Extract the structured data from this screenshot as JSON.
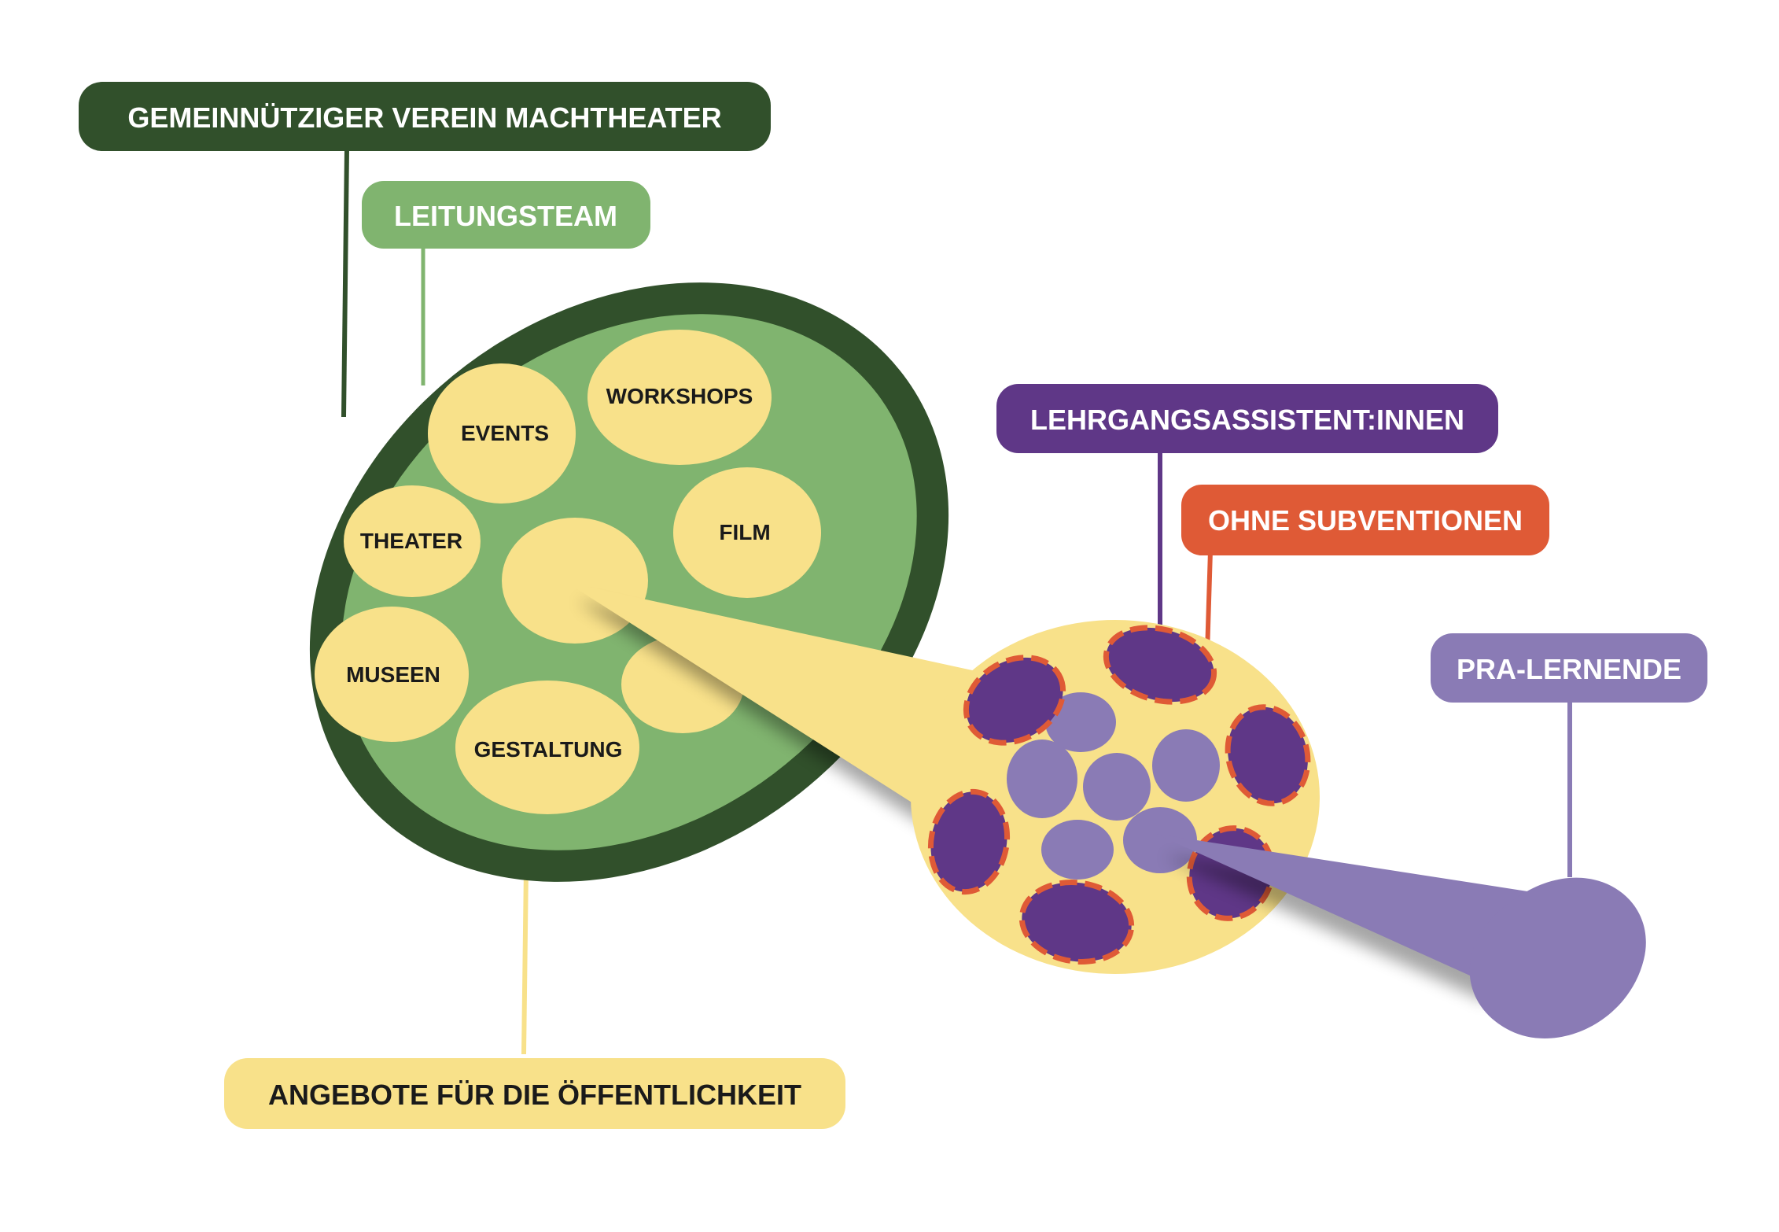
{
  "labels": {
    "verein": "GEMEINNÜTZIGER VEREIN MACHTHEATER",
    "leitungsteam": "LEITUNGSTEAM",
    "angebote": "ANGEBOTE FÜR DIE ÖFFENTLICHKEIT",
    "assistenten": "LEHRGANGSASSISTENT:INNEN",
    "subventionen": "OHNE SUBVENTIONEN",
    "lernende": "PRA-LERNENDE"
  },
  "offerings": [
    "WORKSHOPS",
    "EVENTS",
    "THEATER",
    "FILM",
    "MUSEEN",
    "GESTALTUNG"
  ],
  "colors": {
    "dark_green": "#31502b",
    "light_green": "#80b46f",
    "yellow": "#f8e18a",
    "dark_purple": "#5f3787",
    "light_purple": "#8a7bb5",
    "orange": "#df5a36",
    "text_dark": "#1a1a1a",
    "text_light": "#ffffff"
  }
}
